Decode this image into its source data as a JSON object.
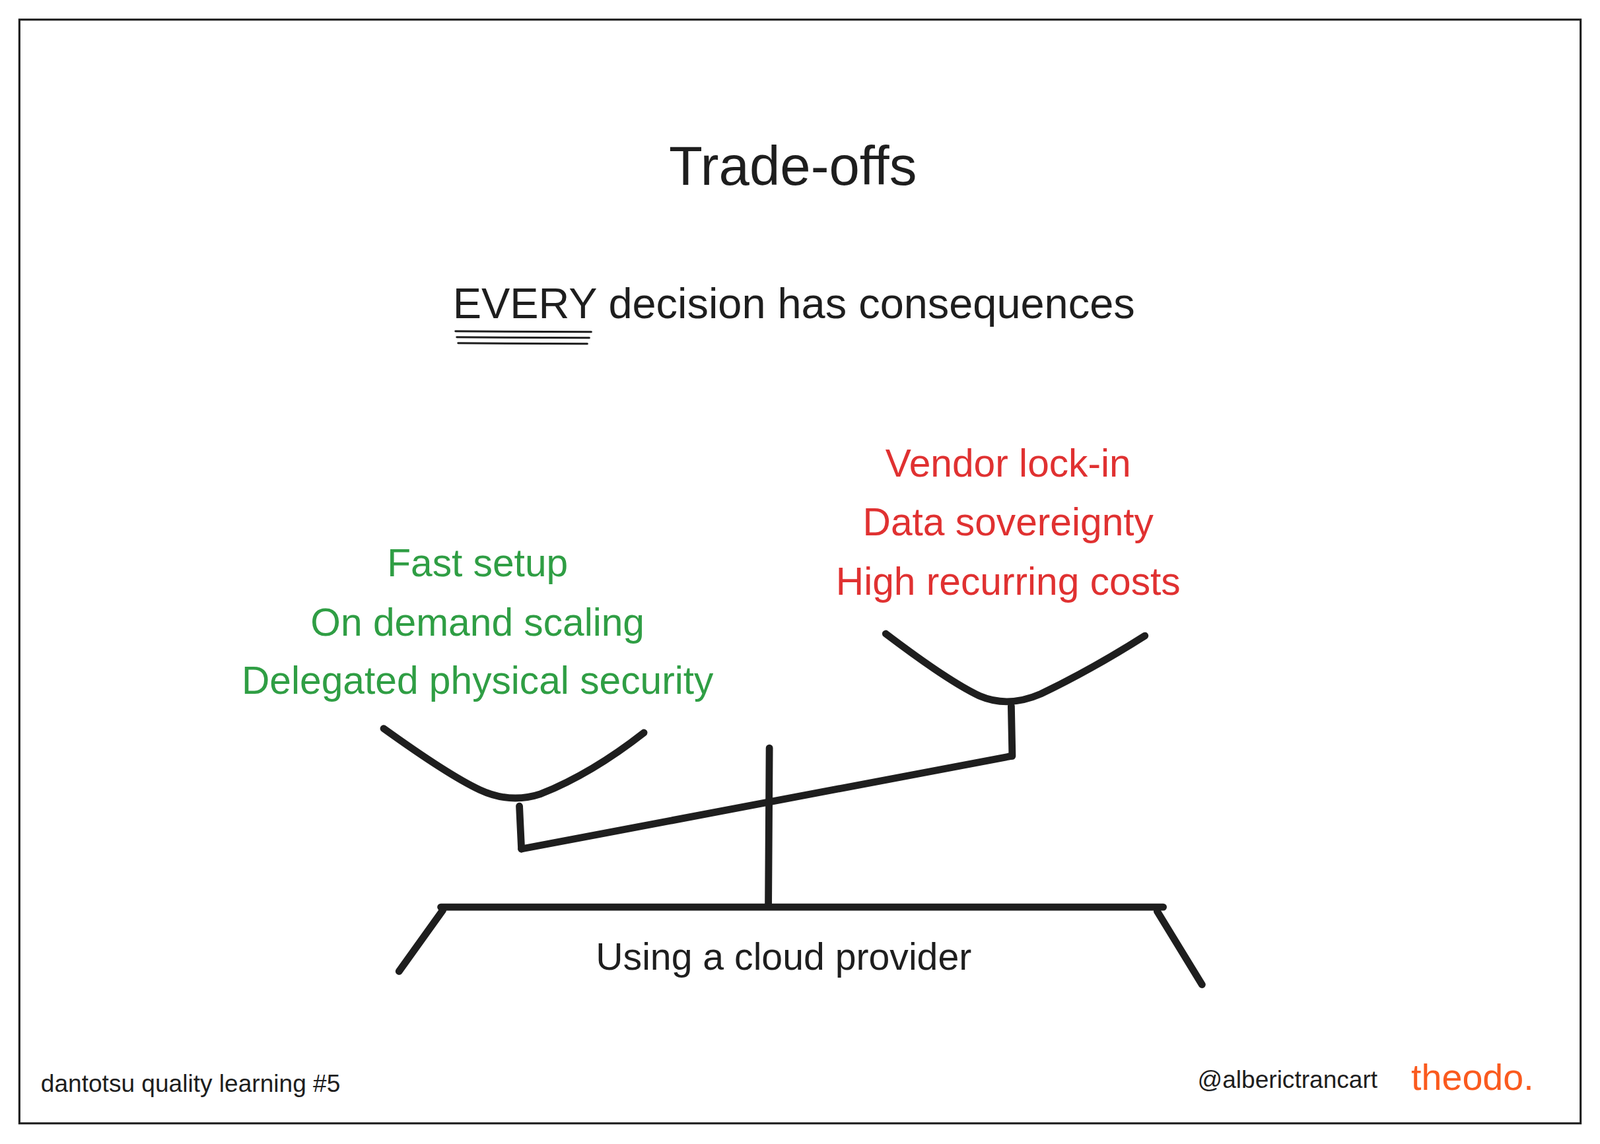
{
  "diagram": {
    "title": "Trade-offs",
    "labels": [
      "EVERY decision has consequences",
      "Fast setup",
      "On demand scaling",
      "Delegated physical security",
      "Vendor lock-in",
      "Data sovereignty",
      "High recurring costs",
      "Using a cloud provider",
      "dantotsu quality learning #5",
      "@alberictrancart",
      "theodo."
    ]
  }
}
